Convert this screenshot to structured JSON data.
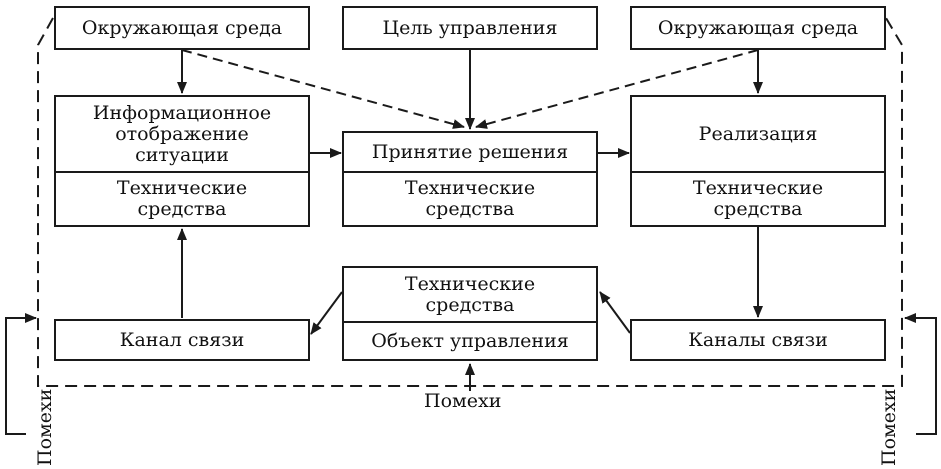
{
  "environment_left": "Окружающая среда",
  "control_goal": "Цель управления",
  "environment_right": "Окружающая среда",
  "info_display": {
    "top": "Информационное\nотображение\nситуации",
    "bottom": "Технические\nсредства"
  },
  "decision": {
    "top": "Принятие решения",
    "bottom": "Технические\nсредства"
  },
  "realization": {
    "top": "Реализация",
    "bottom": "Технические\nсредства"
  },
  "control_object": {
    "top": "Технические\nсредства",
    "bottom": "Объект управления"
  },
  "channel_left": "Канал связи",
  "channel_right": "Каналы связи",
  "noise_bottom": "Помехи",
  "noise_left": "Помехи",
  "noise_right": "Помехи"
}
